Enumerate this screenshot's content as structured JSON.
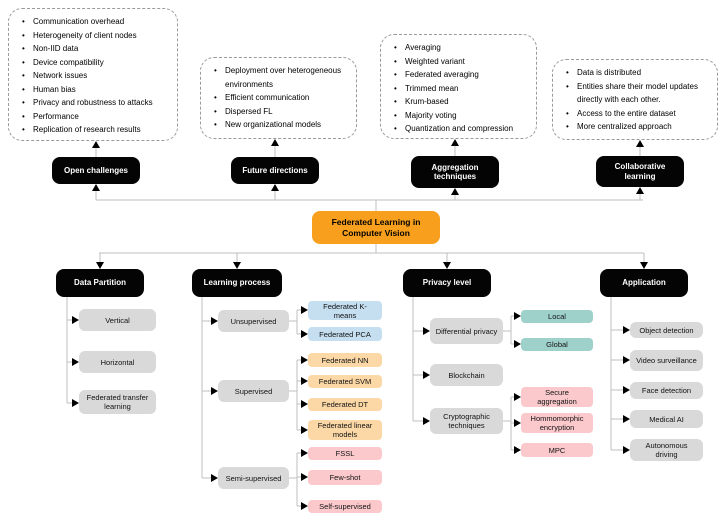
{
  "title": "Federated Learning in Computer Vision",
  "colors": {
    "root_fill": "#F8A01E",
    "branch_fill": "#040404",
    "branch_text": "#FFFFFF",
    "gray_fill": "#D9D9D9",
    "blue_fill": "#C5DFF0",
    "orange_fill": "#FCD8A6",
    "pink_fill": "#FBC9CC",
    "teal_fill": "#9FD1CB",
    "line": "#BFBFBF"
  },
  "top_branches": [
    {
      "label": "Open challenges",
      "items": [
        "Communication overhead",
        "Heterogeneity of client nodes",
        "Non-IID data",
        "Device compatibility",
        "Network issues",
        "Human bias",
        "Privacy and robustness to attacks",
        "Performance",
        "Replication of research results"
      ]
    },
    {
      "label": "Future directions",
      "items": [
        "Deployment over heterogeneous environments",
        "Efficient communication",
        "Dispersed FL",
        "New organizational models"
      ]
    },
    {
      "label": "Aggregation techniques",
      "items": [
        "Averaging",
        "Weighted variant",
        "Federated averaging",
        "Trimmed mean",
        "Krum-based",
        "Majority voting",
        "Quantization and compression"
      ]
    },
    {
      "label": "Collaborative learning",
      "items": [
        "Data is distributed",
        "Entities share their model updates directly with each other.",
        "Access to the entire dataset",
        "More centralized approach"
      ]
    }
  ],
  "bottom_branches": [
    {
      "label": "Data Partition",
      "children": [
        {
          "label": "Vertical"
        },
        {
          "label": "Horizontal"
        },
        {
          "label": "Federated transfer learning"
        }
      ]
    },
    {
      "label": "Learning process",
      "children": [
        {
          "label": "Unsupervised",
          "children": [
            {
              "label": "Federated K-means"
            },
            {
              "label": "Federated PCA"
            }
          ]
        },
        {
          "label": "Supervised",
          "children": [
            {
              "label": "Federated NN"
            },
            {
              "label": "Federated SVM"
            },
            {
              "label": "Federated DT"
            },
            {
              "label": "Federated linear models"
            }
          ]
        },
        {
          "label": "Semi-supervised",
          "children": [
            {
              "label": "FSSL"
            },
            {
              "label": "Few-shot"
            },
            {
              "label": "Self-supervised"
            }
          ]
        }
      ]
    },
    {
      "label": "Privacy level",
      "children": [
        {
          "label": "Differential privacy",
          "children": [
            {
              "label": "Local"
            },
            {
              "label": "Global"
            }
          ]
        },
        {
          "label": "Blockchain",
          "children": []
        },
        {
          "label": "Cryptographic techniques",
          "children": [
            {
              "label": "Secure aggregation"
            },
            {
              "label": "Hommomorphic encryption"
            },
            {
              "label": "MPC"
            }
          ]
        }
      ]
    },
    {
      "label": "Application",
      "children": [
        {
          "label": "Object detection"
        },
        {
          "label": "Video surveillance"
        },
        {
          "label": "Face detection"
        },
        {
          "label": "Medical AI"
        },
        {
          "label": "Autonomous driving"
        }
      ]
    }
  ]
}
